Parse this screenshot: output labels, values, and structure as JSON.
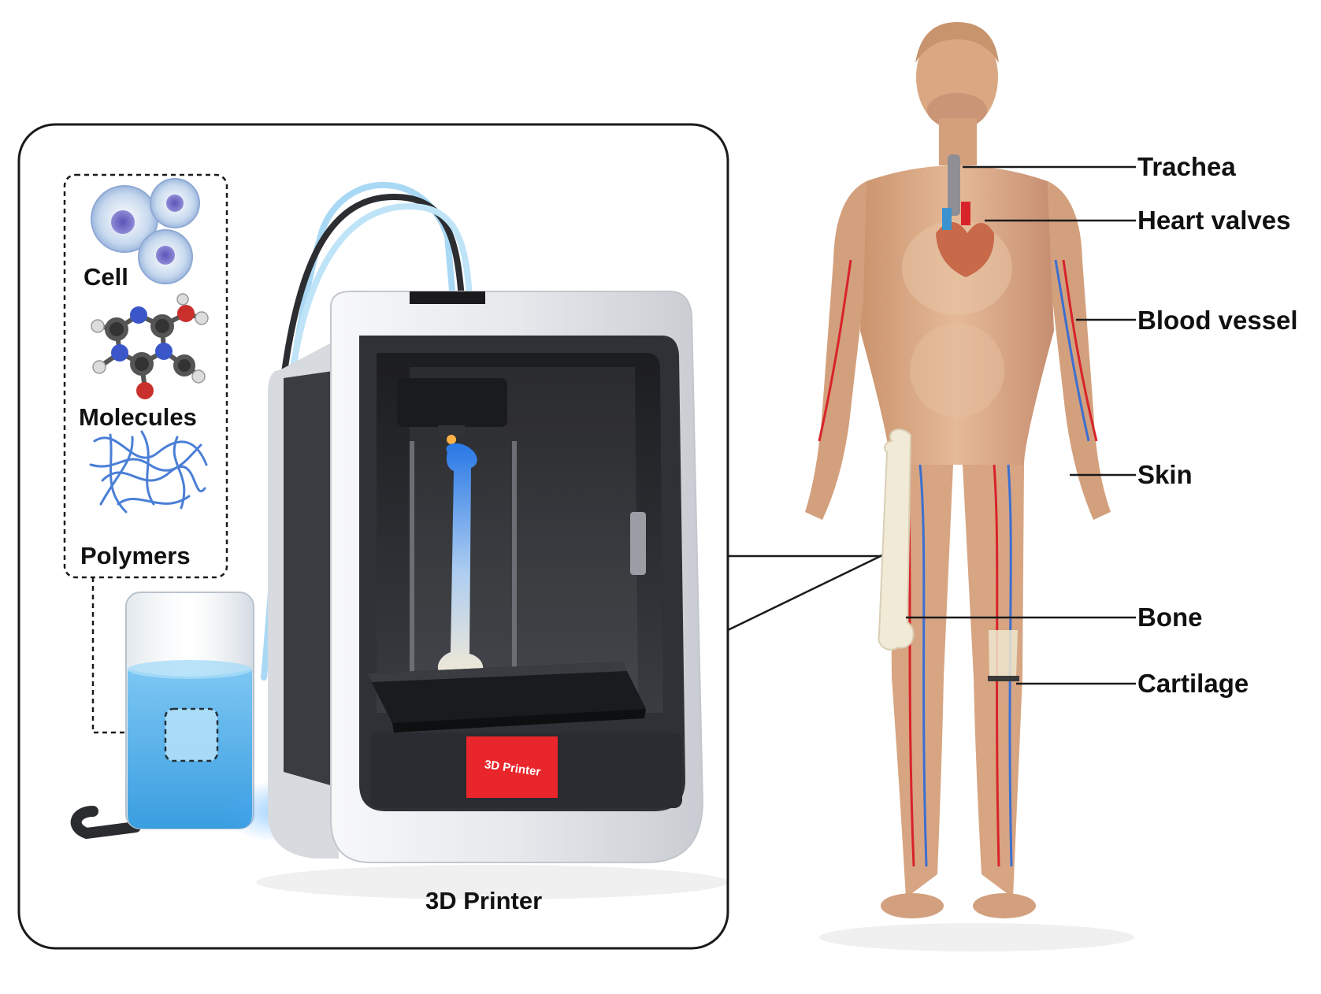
{
  "materials": {
    "cell": "Cell",
    "molecules": "Molecules",
    "polymers": "Polymers"
  },
  "printer": {
    "caption": "3D Printer",
    "screen_text": "3D Printer"
  },
  "organs": {
    "trachea": "Trachea",
    "heart_valves": "Heart valves",
    "blood_vessel": "Blood vessel",
    "skin": "Skin",
    "bone": "Bone",
    "cartilage": "Cartilage"
  },
  "colors": {
    "printer_body": "#eceef1",
    "printer_frame": "#2f3136",
    "printer_screen": "#e8262c",
    "ink_blue": "#3ea6e6",
    "bone_print": "#2a7de0",
    "skin_tone": "#d9a883",
    "artery": "#d8232a",
    "vein": "#3c6fd1"
  }
}
